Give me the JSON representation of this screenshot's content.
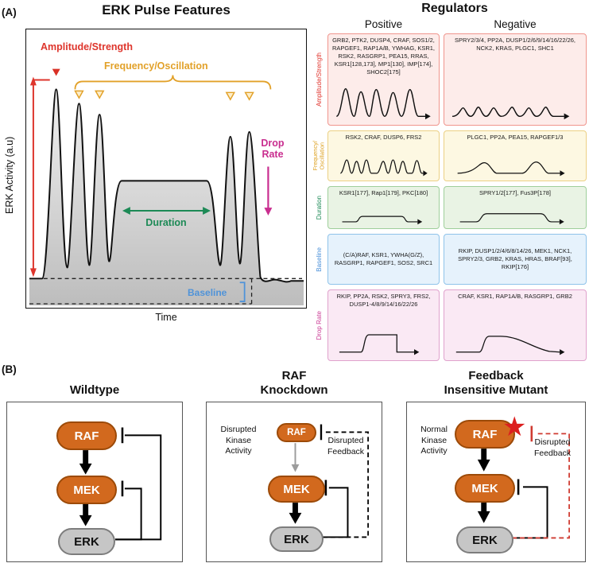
{
  "panel_a": {
    "label": "(A)",
    "plot": {
      "title": "ERK Pulse Features",
      "ylabel": "ERK Activity (a.u)",
      "xlabel": "Time",
      "annotations": {
        "amplitude": "Amplitude/Strength",
        "frequency": "Frequency/Oscillation",
        "drop_rate": "Drop\nRate",
        "duration": "Duration",
        "baseline": "Baseline"
      },
      "colors": {
        "amplitude": "#de352c",
        "frequency": "#e2a129",
        "drop_rate": "#c92e8f",
        "duration": "#1d8a56",
        "baseline": "#4f93d9"
      }
    },
    "regulators": {
      "title": "Regulators",
      "columns": [
        "Positive",
        "Negative"
      ],
      "rows": [
        {
          "label": "Amplitude/Strength",
          "color": "#e0312a",
          "positive": "GRB2, PTK2, DUSP4, CRAF, SOS1/2, RAPGEF1, RAP1A/B, YWHAG, KSR1, RSK2, RASGRP1, PEA15, RRAS, KSR1[128,173], MP1[130], IMP[174], SHOC2[175]",
          "negative": "SPRY2/3/4, PP2A, DUSP1/2/6/9/14/16/22/26, NCK2, KRAS, PLGC1, SHC1"
        },
        {
          "label": "Frequency/\nOscillation",
          "color": "#dda01e",
          "positive": "RSK2, CRAF, DUSP6, FRS2",
          "negative": "PLGC1, PP2A, PEA15, RAPGEF1/3"
        },
        {
          "label": "Duration",
          "color": "#1d8a56",
          "positive": "KSR1[177], Rap1[179], PKC[180]",
          "negative": "SPRY1/2[177], Fus3P[178]"
        },
        {
          "label": "Baseline",
          "color": "#4a90d9",
          "positive": "(C/A)RAF, KSR1, YWHA(G/Z), RASGRP1, RAPGEF1, SOS2, SRC1",
          "negative": "RKIP, DUSP1/2/4/6/8/14/26, MEK1, NCK1, SPRY2/3, GRB2, KRAS, HRAS, BRAF[93], RKIP[176]"
        },
        {
          "label": "Drop Rate",
          "color": "#cb3d96",
          "positive": "RKIP, PP2A, RSK2, SPRY3, FRS2, DUSP1-4/8/9/14/16/22/26",
          "negative": "CRAF, KSR1, RAP1A/B, RASGRP1, GRB2"
        }
      ]
    }
  },
  "panel_b": {
    "label": "(B)",
    "node_colors": {
      "raf_mek": "#d2691e",
      "erk": "#c6c6c6",
      "star": "#dc1f1f"
    },
    "diagrams": [
      {
        "title": "Wildtype",
        "nodes": {
          "raf": "RAF",
          "mek": "MEK",
          "erk": "ERK"
        }
      },
      {
        "title": "RAF\nKnockdown",
        "nodes": {
          "raf": "RAF",
          "mek": "MEK",
          "erk": "ERK"
        },
        "left_note": "Disrupted\nKinase\nActivity",
        "right_note": "Disrupted\nFeedback"
      },
      {
        "title": "Feedback\nInsensitive Mutant",
        "nodes": {
          "raf": "RAF",
          "mek": "MEK",
          "erk": "ERK"
        },
        "left_note": "Normal\nKinase\nActivity",
        "right_note": "Disrupted\nFeedback"
      }
    ]
  }
}
